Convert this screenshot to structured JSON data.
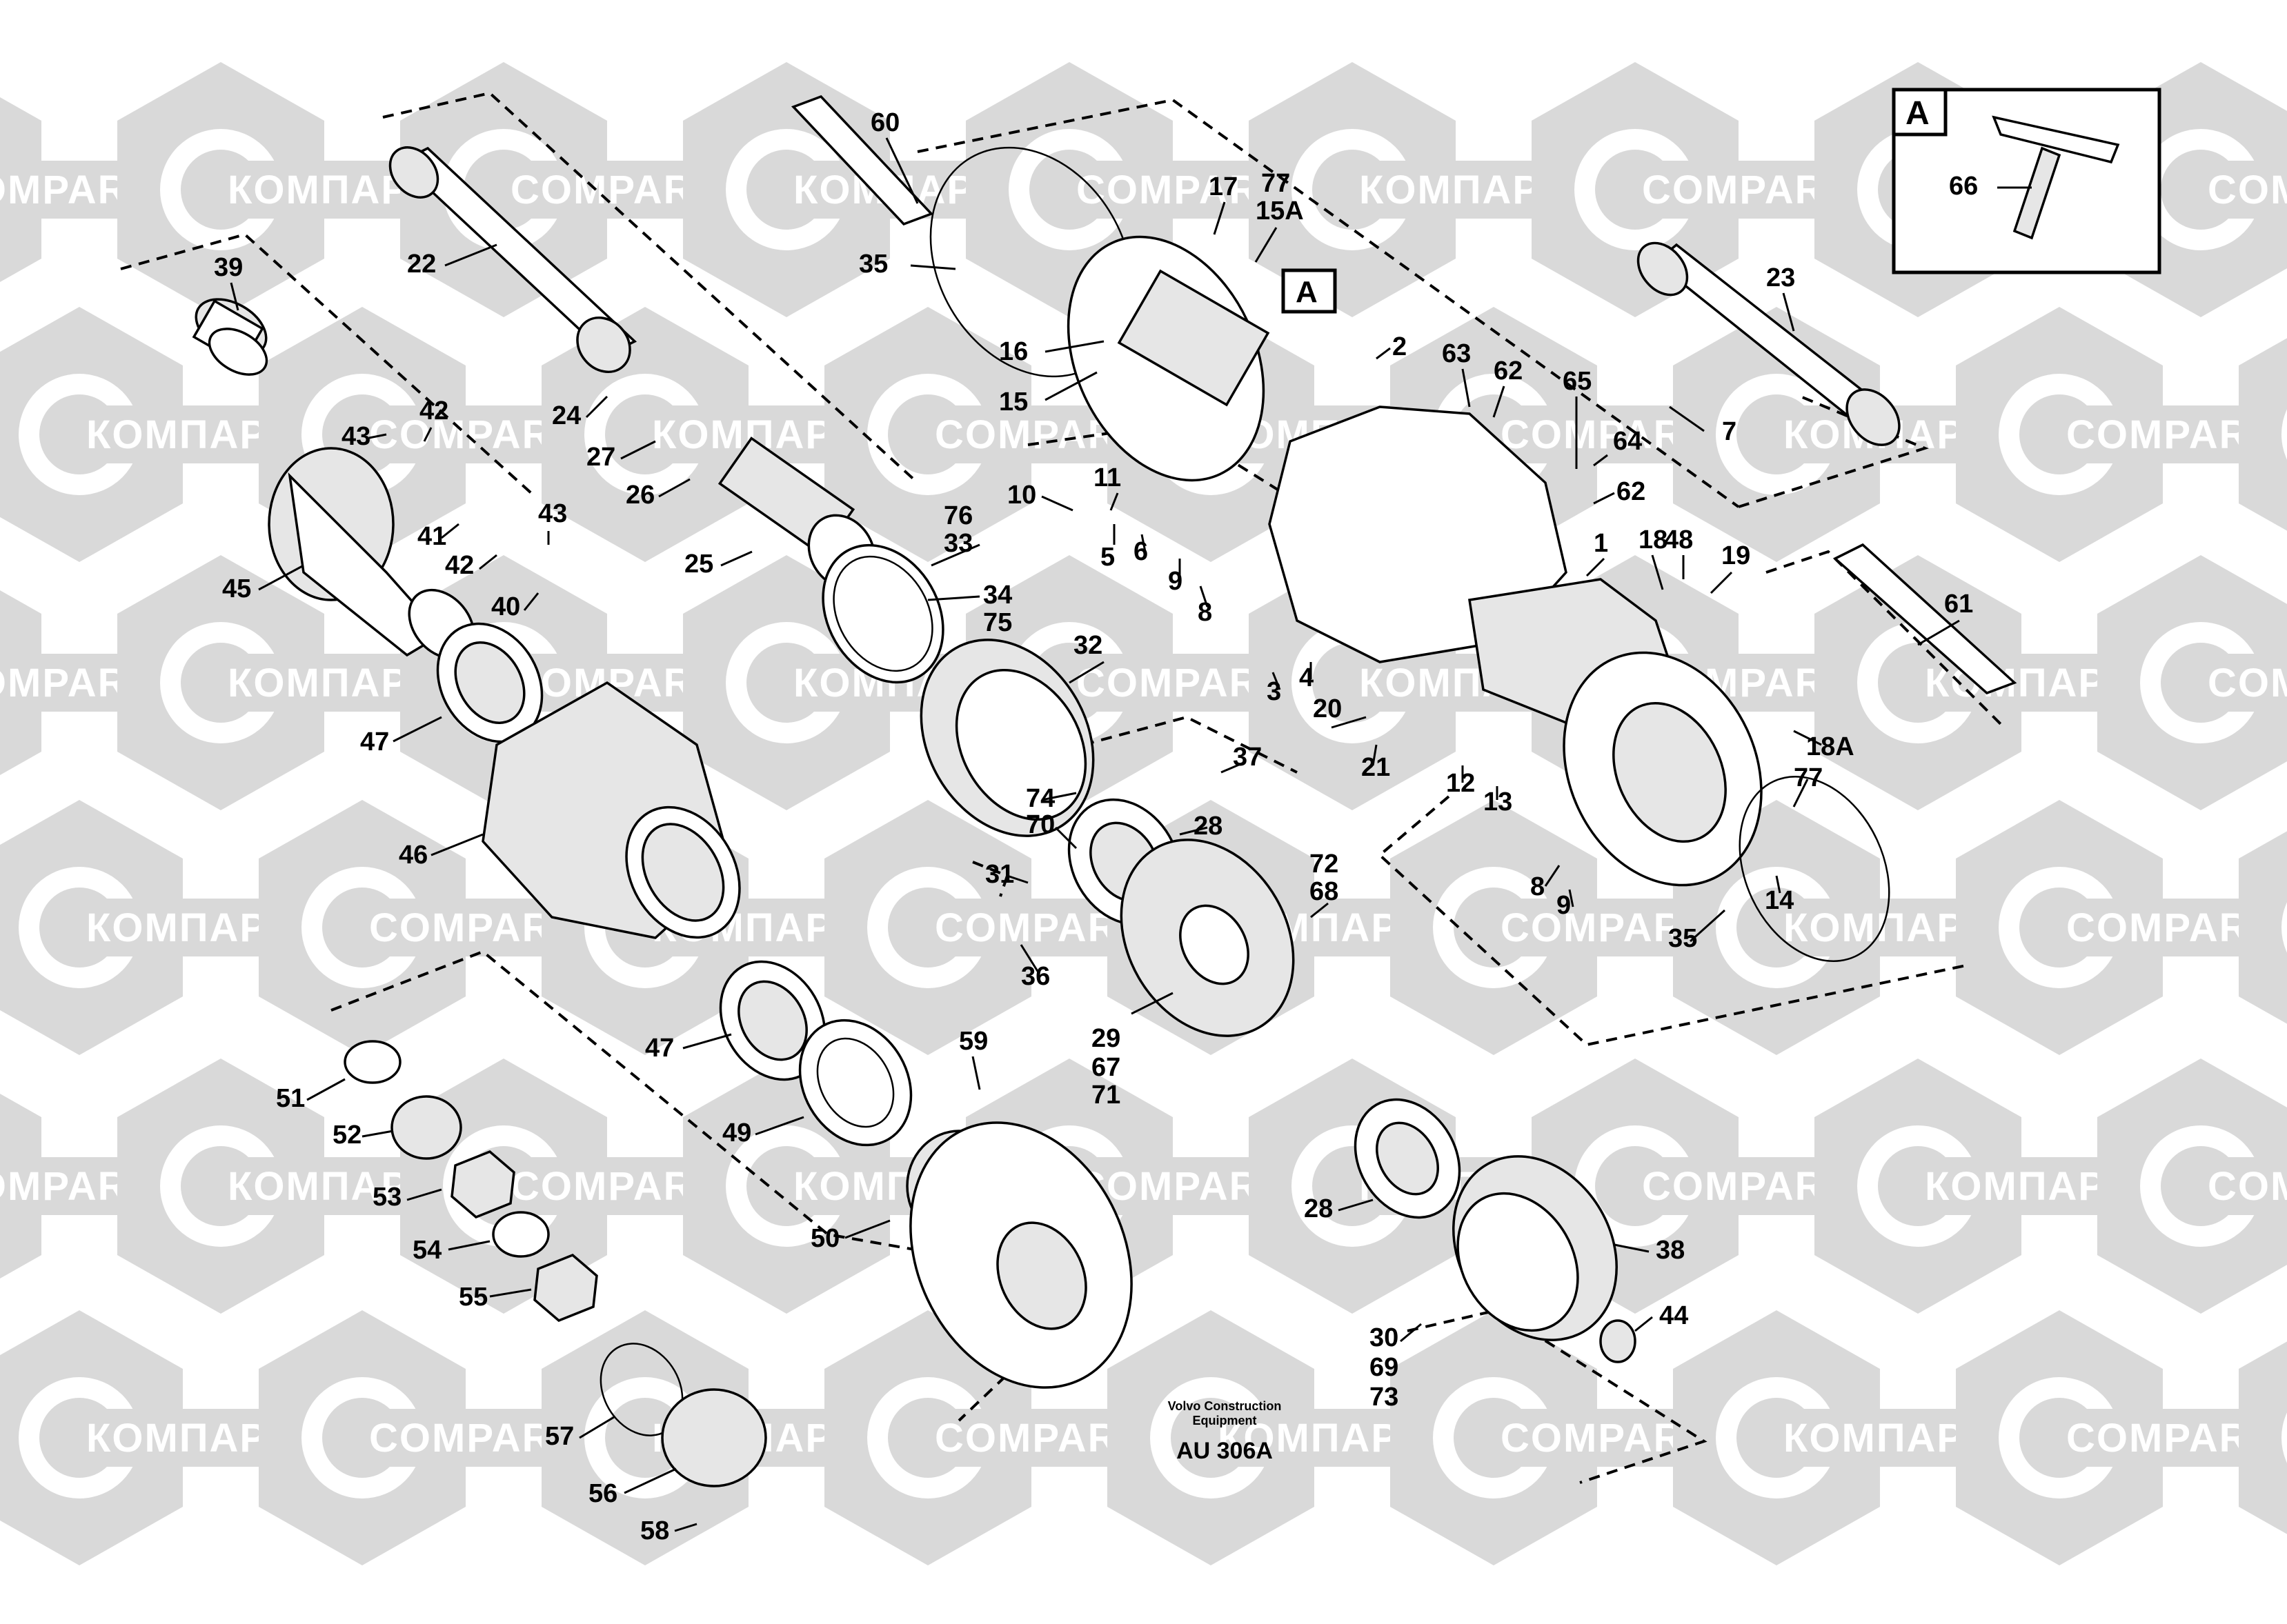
{
  "watermark": {
    "brand_latin": "COMPART",
    "brand_cyrillic": "КОМПАРТ",
    "color": "#d9d9d9"
  },
  "callouts": [
    {
      "id": "c60",
      "text": "60"
    },
    {
      "id": "c17",
      "text": "17"
    },
    {
      "id": "c77a",
      "text": "77"
    },
    {
      "id": "c15A",
      "text": "15A"
    },
    {
      "id": "c35a",
      "text": "35"
    },
    {
      "id": "c22",
      "text": "22"
    },
    {
      "id": "c39",
      "text": "39"
    },
    {
      "id": "c16",
      "text": "16"
    },
    {
      "id": "c15",
      "text": "15"
    },
    {
      "id": "c2",
      "text": "2"
    },
    {
      "id": "c63",
      "text": "63"
    },
    {
      "id": "c62a",
      "text": "62"
    },
    {
      "id": "c65",
      "text": "65"
    },
    {
      "id": "c7",
      "text": "7"
    },
    {
      "id": "c23",
      "text": "23"
    },
    {
      "id": "c24",
      "text": "24"
    },
    {
      "id": "c27",
      "text": "27"
    },
    {
      "id": "c26",
      "text": "26"
    },
    {
      "id": "c43a",
      "text": "43"
    },
    {
      "id": "c42a",
      "text": "42"
    },
    {
      "id": "c41",
      "text": "41"
    },
    {
      "id": "c42b",
      "text": "42"
    },
    {
      "id": "c43b",
      "text": "43"
    },
    {
      "id": "c40",
      "text": "40"
    },
    {
      "id": "c45",
      "text": "45"
    },
    {
      "id": "c25",
      "text": "25"
    },
    {
      "id": "c10",
      "text": "10"
    },
    {
      "id": "c11",
      "text": "11"
    },
    {
      "id": "c5a",
      "text": "5"
    },
    {
      "id": "c6",
      "text": "6"
    },
    {
      "id": "c9a",
      "text": "9"
    },
    {
      "id": "c8a",
      "text": "8"
    },
    {
      "id": "c64",
      "text": "64"
    },
    {
      "id": "c62b",
      "text": "62"
    },
    {
      "id": "c76",
      "text": "76"
    },
    {
      "id": "c33",
      "text": "33"
    },
    {
      "id": "c34",
      "text": "34"
    },
    {
      "id": "c75",
      "text": "75"
    },
    {
      "id": "c1",
      "text": "1"
    },
    {
      "id": "c18",
      "text": "18"
    },
    {
      "id": "c48",
      "text": "48"
    },
    {
      "id": "c19",
      "text": "19"
    },
    {
      "id": "c61",
      "text": "61"
    },
    {
      "id": "c47a",
      "text": "47"
    },
    {
      "id": "c32",
      "text": "32"
    },
    {
      "id": "c3",
      "text": "3"
    },
    {
      "id": "c4",
      "text": "4"
    },
    {
      "id": "c20",
      "text": "20"
    },
    {
      "id": "c21",
      "text": "21"
    },
    {
      "id": "c12",
      "text": "12"
    },
    {
      "id": "c13",
      "text": "13"
    },
    {
      "id": "c18A",
      "text": "18A"
    },
    {
      "id": "c77b",
      "text": "77"
    },
    {
      "id": "c37",
      "text": "37"
    },
    {
      "id": "c46",
      "text": "46"
    },
    {
      "id": "c74",
      "text": "74"
    },
    {
      "id": "c70",
      "text": "70"
    },
    {
      "id": "c28a",
      "text": "28"
    },
    {
      "id": "c31",
      "text": "31"
    },
    {
      "id": "c72",
      "text": "72"
    },
    {
      "id": "c68",
      "text": "68"
    },
    {
      "id": "c8b",
      "text": "8"
    },
    {
      "id": "c9b",
      "text": "9"
    },
    {
      "id": "c14",
      "text": "14"
    },
    {
      "id": "c35b",
      "text": "35"
    },
    {
      "id": "c36",
      "text": "36"
    },
    {
      "id": "c47b",
      "text": "47"
    },
    {
      "id": "c59",
      "text": "59"
    },
    {
      "id": "c29",
      "text": "29"
    },
    {
      "id": "c67",
      "text": "67"
    },
    {
      "id": "c71",
      "text": "71"
    },
    {
      "id": "c51",
      "text": "51"
    },
    {
      "id": "c52",
      "text": "52"
    },
    {
      "id": "c49",
      "text": "49"
    },
    {
      "id": "c53",
      "text": "53"
    },
    {
      "id": "c28b",
      "text": "28"
    },
    {
      "id": "c38",
      "text": "38"
    },
    {
      "id": "c54",
      "text": "54"
    },
    {
      "id": "c50",
      "text": "50"
    },
    {
      "id": "c55",
      "text": "55"
    },
    {
      "id": "c44",
      "text": "44"
    },
    {
      "id": "c30",
      "text": "30"
    },
    {
      "id": "c69",
      "text": "69"
    },
    {
      "id": "c73",
      "text": "73"
    },
    {
      "id": "c57",
      "text": "57"
    },
    {
      "id": "c56",
      "text": "56"
    },
    {
      "id": "c58",
      "text": "58"
    },
    {
      "id": "cA1",
      "text": "A"
    }
  ],
  "inset": {
    "letter": "A",
    "callout": "66"
  },
  "caption": {
    "line1": "Volvo Construction",
    "line2": "Equipment",
    "code": "AU 306A"
  }
}
